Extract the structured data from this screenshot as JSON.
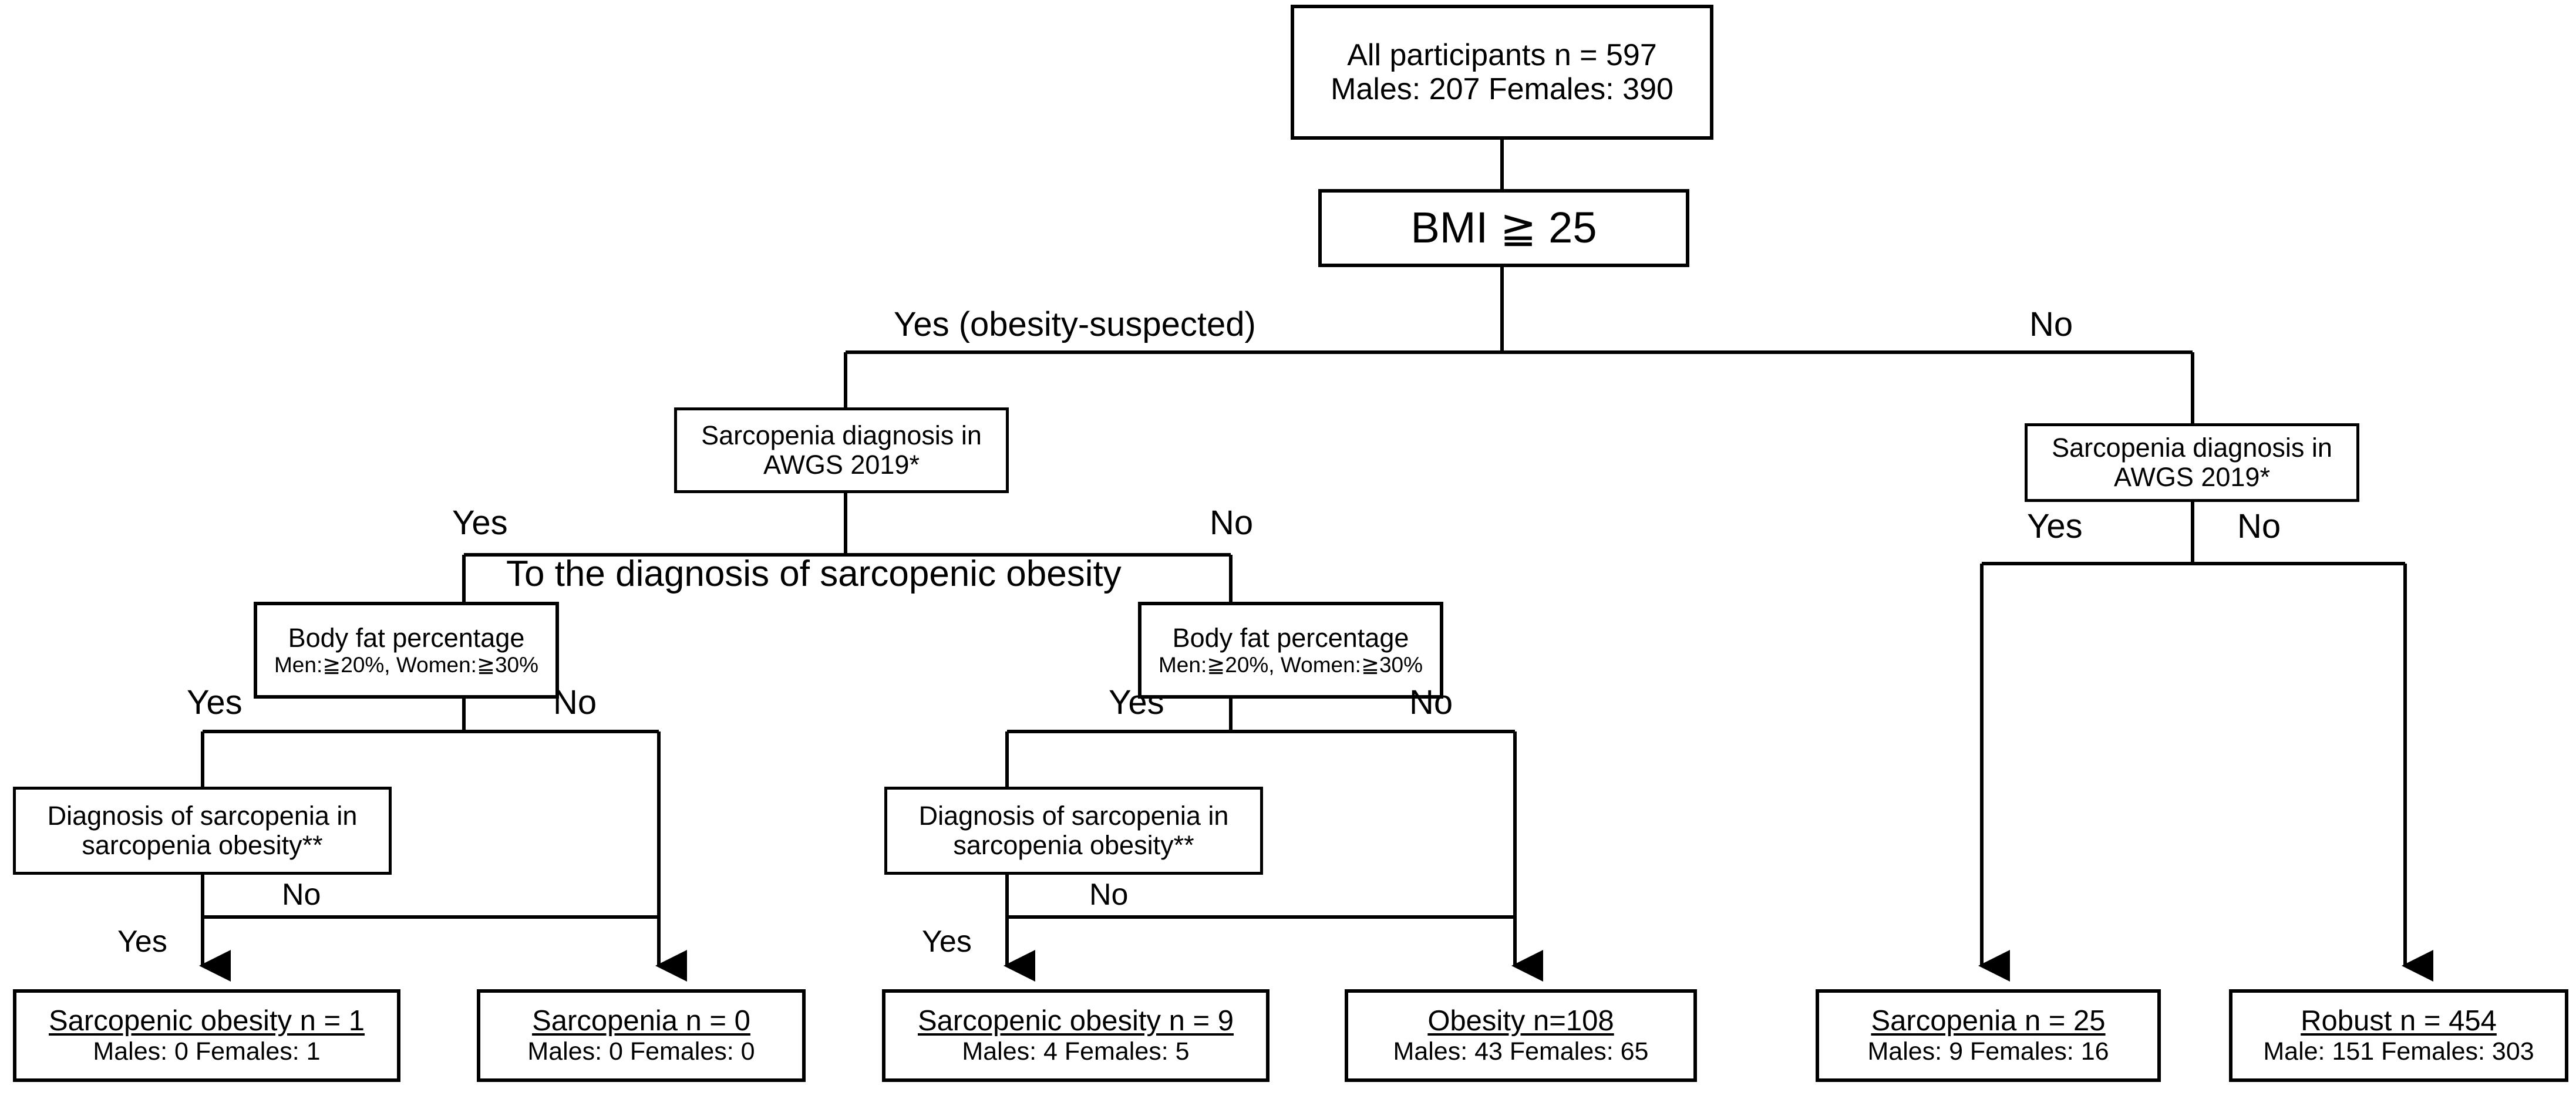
{
  "figure": {
    "type": "flowchart",
    "title": "Participant classification flow for sarcopenia and sarcopenic obesity"
  },
  "nodes": {
    "all_participants": {
      "line1": "All participants n = 597",
      "line2": "Males: 207 Females: 390"
    },
    "bmi_criterion": {
      "line1": "BMI ≧ 25"
    },
    "awgs_left": {
      "line1": "Sarcopenia diagnosis in",
      "line2": "AWGS 2019*"
    },
    "awgs_right": {
      "line1": "Sarcopenia diagnosis in",
      "line2": "AWGS 2019*"
    },
    "bodyfat_left": {
      "line1": "Body fat percentage",
      "line2": "Men:≧20%, Women:≧30%"
    },
    "bodyfat_mid": {
      "line1": "Body fat percentage",
      "line2": "Men:≧20%, Women:≧30%"
    },
    "sarco_dx_left": {
      "line1": "Diagnosis of sarcopenia in",
      "line2": "sarcopenia obesity**"
    },
    "sarco_dx_mid": {
      "line1": "Diagnosis of sarcopenia in",
      "line2": "sarcopenia obesity**"
    },
    "result_sarcopenic_obesity_1": {
      "line1": "Sarcopenic obesity n = 1",
      "line2": "Males: 0 Females: 1"
    },
    "result_sarcopenia_0": {
      "line1": "Sarcopenia n = 0",
      "line2": "Males: 0 Females: 0"
    },
    "result_sarcopenic_obesity_9": {
      "line1": "Sarcopenic obesity n = 9",
      "line2": "Males: 4 Females: 5"
    },
    "result_obesity_108": {
      "line1": "Obesity n=108",
      "line2": "Males: 43 Females: 65"
    },
    "result_sarcopenia_25": {
      "line1": "Sarcopenia n = 25",
      "line2": "Males: 9 Females: 16"
    },
    "result_robust_454": {
      "line1": "Robust n = 454",
      "line2": "Male: 151 Females: 303"
    }
  },
  "labels": {
    "bmi_yes": "Yes (obesity-suspected)",
    "bmi_no": "No",
    "awgs_left_yes": "Yes",
    "awgs_left_no": "No",
    "to_diagnosis_note": "To the diagnosis of  sarcopenic obesity",
    "bodyfat_left_yes": "Yes",
    "bodyfat_left_no": "No",
    "sarco_dx_left_yes": "Yes",
    "sarco_dx_left_no": "No",
    "bodyfat_mid_yes": "Yes",
    "bodyfat_mid_no": "No",
    "sarco_dx_mid_yes": "Yes",
    "sarco_dx_mid_no": "No",
    "awgs_right_yes": "Yes",
    "awgs_right_no": "No"
  },
  "style": {
    "stroke": "#000000",
    "background": "#ffffff"
  }
}
